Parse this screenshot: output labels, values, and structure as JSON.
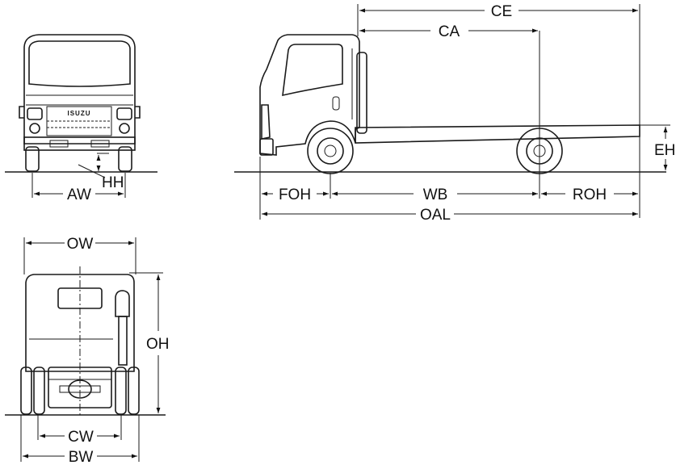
{
  "labels": {
    "ce": "CE",
    "ca": "CA",
    "eh": "EH",
    "foh": "FOH",
    "wb": "WB",
    "roh": "ROH",
    "oal": "OAL",
    "hh": "HH",
    "aw": "AW",
    "ow": "OW",
    "oh": "OH",
    "cw": "CW",
    "bw": "BW"
  },
  "logo": "ISUZU"
}
